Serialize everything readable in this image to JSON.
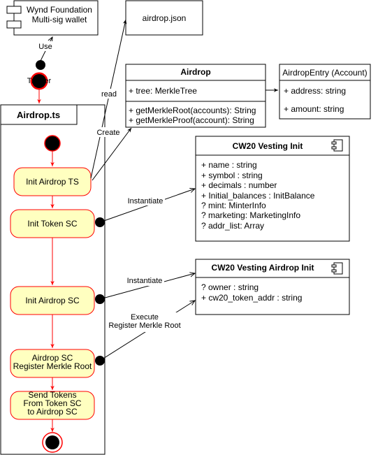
{
  "wallet": {
    "line1": "Wynd Foundation",
    "line2": "Multi-sig wallet",
    "use_label": "Use",
    "trigger_label": "Trigger"
  },
  "airdrop_json": {
    "label": "airdrop.json"
  },
  "airdrop_class": {
    "title": "Airdrop",
    "attribute": "+ tree: MerkleTree",
    "methods": [
      "+ getMerkleRoot(accounts): String",
      "+ getMerkleProof(account): String"
    ]
  },
  "airdrop_entry": {
    "title": "AirdropEntry (Account)",
    "fields": [
      "+ address: string",
      "+ amount: string"
    ]
  },
  "airdrop_ts": {
    "title": "Airdrop.ts"
  },
  "actions": [
    "Init Airdrop TS",
    "Init Token SC",
    "Init Airdrop SC",
    "Airdrop SC\nRegister Merkle Root",
    "Send Tokens\nFrom Token SC\nto Airdrop SC"
  ],
  "edges": {
    "read": "read",
    "create": "Create",
    "instantiate_1": "Instantiate",
    "instantiate_2": "Instantiate",
    "execute": "Execute\nRegister Merkle Root"
  },
  "cw20_vesting_init": {
    "title": "CW20 Vesting Init",
    "fields": [
      "+ name : string",
      "+ symbol : string",
      "+ decimals : number",
      "+ Initial_balances : InitBalance",
      "? mint: MinterInfo",
      "? marketing: MarketingInfo",
      "? addr_list: Array"
    ]
  },
  "cw20_vesting_airdrop_init": {
    "title": "CW20 Vesting Airdrop Init",
    "fields": [
      "? owner : string",
      "+ cw20_token_addr : string"
    ]
  },
  "colors": {
    "action_fill": "#ffffc0",
    "action_stroke": "#ff0000",
    "flow_arrow": "#ff0000",
    "line": "#000000"
  }
}
